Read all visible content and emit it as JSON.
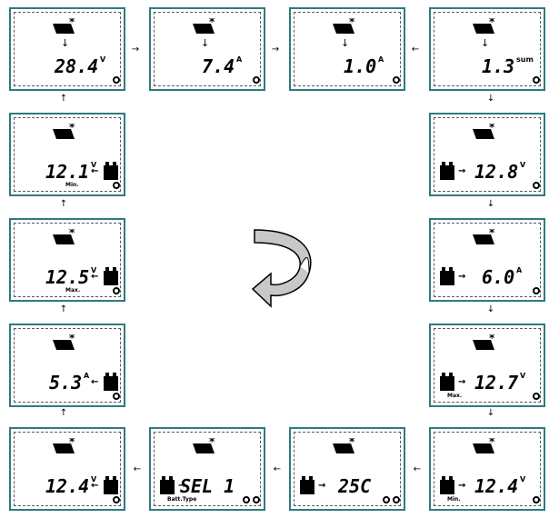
{
  "screens": [
    {
      "id": "s1",
      "value": "28.4",
      "unit": "V",
      "sublabel": "",
      "battery": "none",
      "gears": 1,
      "down_arrow": true
    },
    {
      "id": "s2",
      "value": "7.4",
      "unit": "A",
      "sublabel": "",
      "battery": "none",
      "gears": 1,
      "down_arrow": true
    },
    {
      "id": "s3",
      "value": "1.0",
      "unit": "A",
      "sublabel": "",
      "battery": "none",
      "gears": 1,
      "down_arrow": true
    },
    {
      "id": "s4",
      "value": "1.3",
      "unit": "sum",
      "sublabel": "",
      "battery": "none",
      "gears": 1,
      "down_arrow": true
    },
    {
      "id": "s5",
      "value": "12.1",
      "unit": "V",
      "sublabel": "Min.",
      "battery": "right",
      "gears": 1,
      "down_arrow": false
    },
    {
      "id": "s6",
      "value": "12.8",
      "unit": "V",
      "sublabel": "",
      "battery": "left",
      "gears": 1,
      "down_arrow": false
    },
    {
      "id": "s7",
      "value": "12.5",
      "unit": "V",
      "sublabel": "Max.",
      "battery": "right",
      "gears": 1,
      "down_arrow": false
    },
    {
      "id": "s8",
      "value": "6.0",
      "unit": "A",
      "sublabel": "",
      "battery": "left",
      "gears": 1,
      "down_arrow": false
    },
    {
      "id": "s9",
      "value": "5.3",
      "unit": "A",
      "sublabel": "",
      "battery": "right",
      "gears": 1,
      "down_arrow": false
    },
    {
      "id": "s10",
      "value": "12.7",
      "unit": "V",
      "sublabel": "Max.",
      "battery": "left",
      "gears": 1,
      "down_arrow": false
    },
    {
      "id": "s11",
      "value": "12.4",
      "unit": "V",
      "sublabel": "",
      "battery": "right",
      "gears": 1,
      "down_arrow": false
    },
    {
      "id": "s12",
      "value": "SEL 1",
      "unit": "",
      "sublabel": "Batt.Type",
      "battery": "left",
      "gears": 2,
      "down_arrow": false
    },
    {
      "id": "s13",
      "value": "25C",
      "unit": "",
      "sublabel": "",
      "battery": "left",
      "gears": 2,
      "down_arrow": false
    },
    {
      "id": "s14",
      "value": "12.4",
      "unit": "V",
      "sublabel": "Min.",
      "battery": "left",
      "gears": 1,
      "down_arrow": false
    }
  ],
  "colors": {
    "frame": "#2e7a80",
    "dash": "#5a5a5a",
    "center_arrow_fill": "#c8c8c8",
    "ink": "#000000"
  },
  "icons": {
    "panel": "solar-panel-icon",
    "battery": "battery-icon",
    "gear": "setting-gear-icon",
    "cycle": "curved-cycle-arrow-icon"
  }
}
